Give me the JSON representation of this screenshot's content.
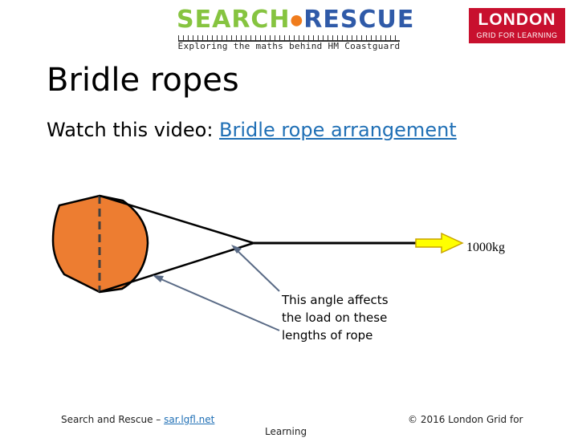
{
  "header": {
    "logo_part_a": "SEARCH",
    "logo_pin": "●",
    "logo_part_b": "RESCUE",
    "logo_tagline": "Exploring the maths behind HM Coastguard",
    "lgfl_big": "LONDON",
    "lgfl_small": "GRID FOR LEARNING"
  },
  "slide": {
    "title": "Bridle ropes",
    "subtitle_prefix": "Watch this video: ",
    "subtitle_link": "Bridle rope arrangement"
  },
  "diagram": {
    "weight_label": "1000kg",
    "annotation": "This angle affects the load on these lengths of rope",
    "colors": {
      "body": "#ed7d31",
      "arrow_fill": "#ffff00",
      "arrow_stroke": "#c9a400",
      "pointer": "#5a6b86"
    }
  },
  "footer": {
    "left_prefix": "Search and Rescue – ",
    "left_link": "sar.lgfl.net",
    "right": "© 2016 London Grid for",
    "continued": "Learning"
  }
}
